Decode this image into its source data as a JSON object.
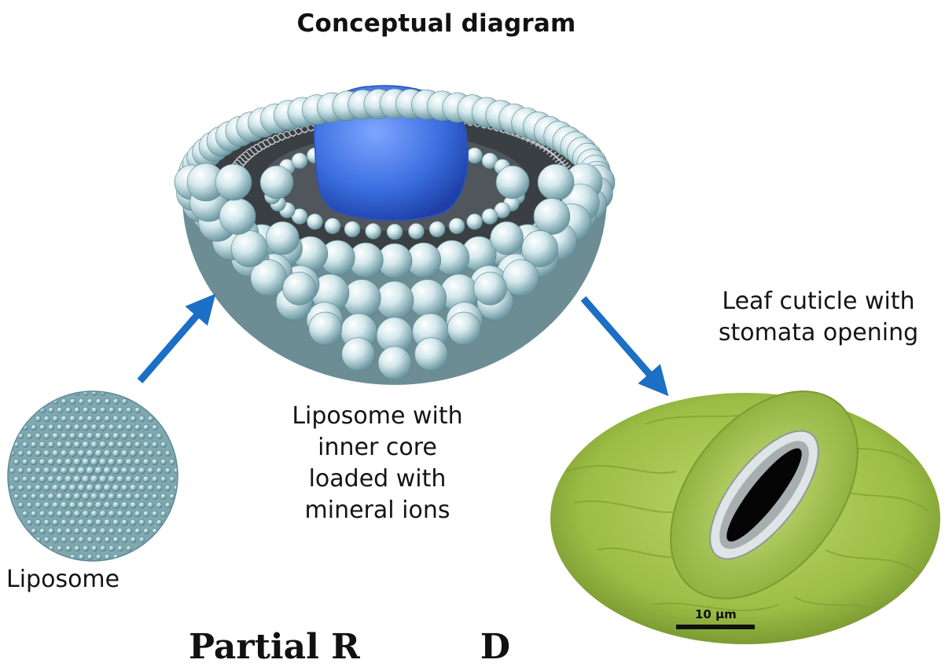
{
  "title": "Conceptual diagram",
  "labels": {
    "loaded_liposome": [
      "Liposome with",
      "inner core",
      "loaded with",
      "mineral ions"
    ],
    "leaf": [
      "Leaf cuticle with",
      "stomata opening"
    ],
    "liposome": "Liposome",
    "scale_bar": "10 µm"
  },
  "footer_partial": "Partial R          D",
  "colors": {
    "lipid_head": "#cfe6ea",
    "core": "#3d73e6",
    "arrow": "#1b6fc4",
    "leaf": "#a9c94a"
  }
}
